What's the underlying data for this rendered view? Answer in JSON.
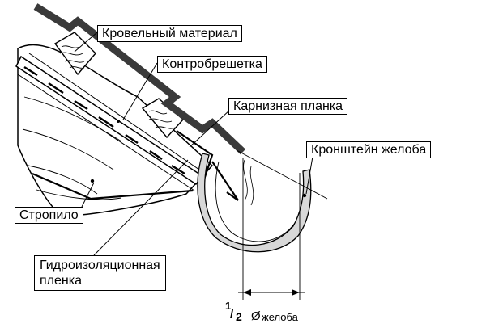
{
  "labels": {
    "roofing": "Кровельный материал",
    "counter_batten": "Контробрешетка",
    "eaves_strip": "Карнизная планка",
    "gutter_bracket": "Кронштейн желоба",
    "rafter": "Стропило",
    "membrane_line1": "Гидроизоляционная",
    "membrane_line2": "пленка"
  },
  "dimension": {
    "fraction_num": "1",
    "fraction_den": "2",
    "symbol": "Ø",
    "text": "желоба"
  }
}
